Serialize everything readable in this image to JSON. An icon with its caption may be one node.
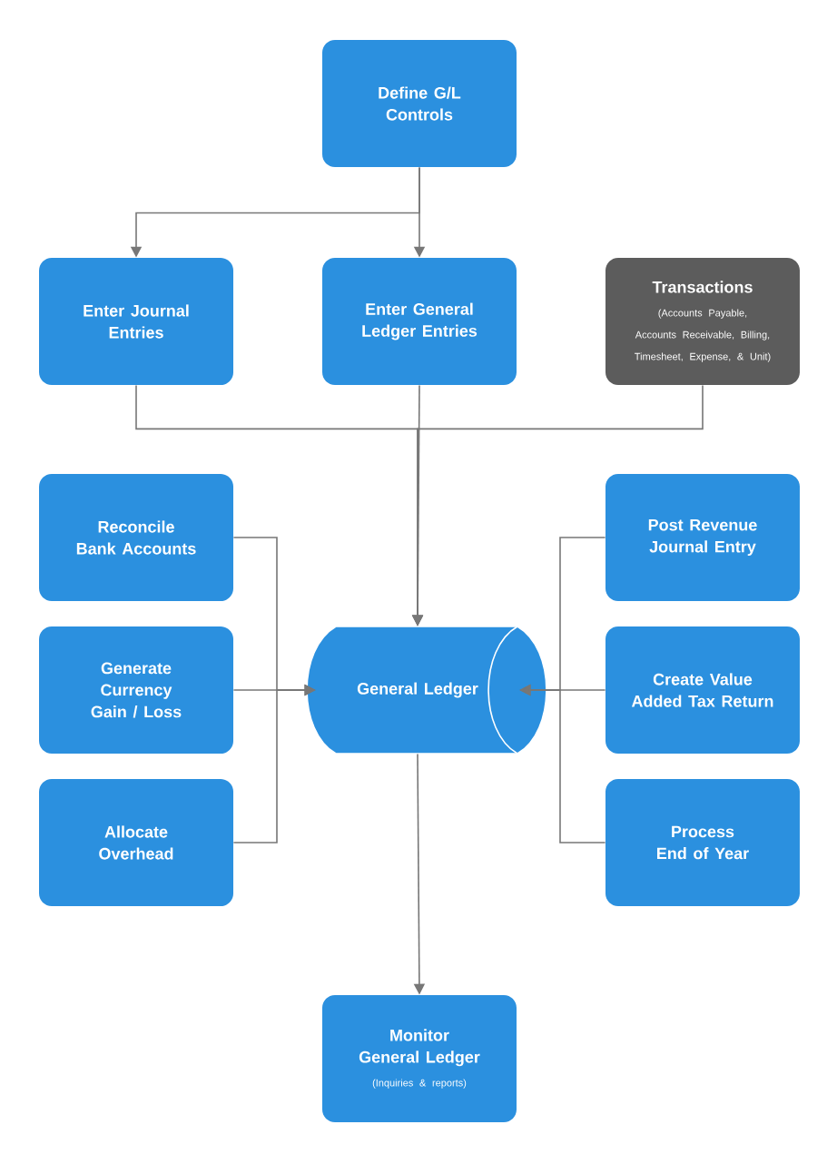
{
  "diagram": {
    "nodes": [
      {
        "text": [
          "Define G/L Controls"
        ]
      },
      {
        "text": [
          "Enter Journal Entries"
        ]
      },
      {
        "text": [
          "Enter General Ledger Entries"
        ]
      },
      {
        "text": [
          "Transactions",
          "(Accounts Payable, Accounts Receivable, Billing, Timesheet, Expense, & Unit)"
        ]
      },
      {
        "text": [
          "Reconcile Bank Accounts"
        ]
      },
      {
        "text": [
          "Generate Currency Gain / Loss"
        ]
      },
      {
        "text": [
          "Allocate Overhead"
        ]
      },
      {
        "text": [
          "General Ledger"
        ]
      },
      {
        "text": [
          "Post Revenue Journal Entry"
        ]
      },
      {
        "text": [
          "Create Value Added Tax Return"
        ]
      },
      {
        "text": [
          "Process End of Year"
        ]
      },
      {
        "text": [
          "Monitor General Ledger",
          "(Inquiries & reports)"
        ]
      }
    ],
    "edges": [
      {
        "from": 0,
        "to": 1,
        "arrow": "to"
      },
      {
        "from": 0,
        "to": 2,
        "arrow": "to"
      },
      {
        "from": 1,
        "to": 7,
        "arrow": "to"
      },
      {
        "from": 2,
        "to": 7,
        "arrow": "to"
      },
      {
        "from": 3,
        "to": 7,
        "arrow": "to"
      },
      {
        "from": 4,
        "to": 7,
        "arrow": "to"
      },
      {
        "from": 5,
        "to": 7,
        "arrow": "to"
      },
      {
        "from": 6,
        "to": 7,
        "arrow": "to"
      },
      {
        "from": 8,
        "to": 7,
        "arrow": "to"
      },
      {
        "from": 9,
        "to": 7,
        "arrow": "to"
      },
      {
        "from": 10,
        "to": 7,
        "arrow": "to"
      },
      {
        "from": 7,
        "to": 11,
        "arrow": "to"
      }
    ]
  }
}
